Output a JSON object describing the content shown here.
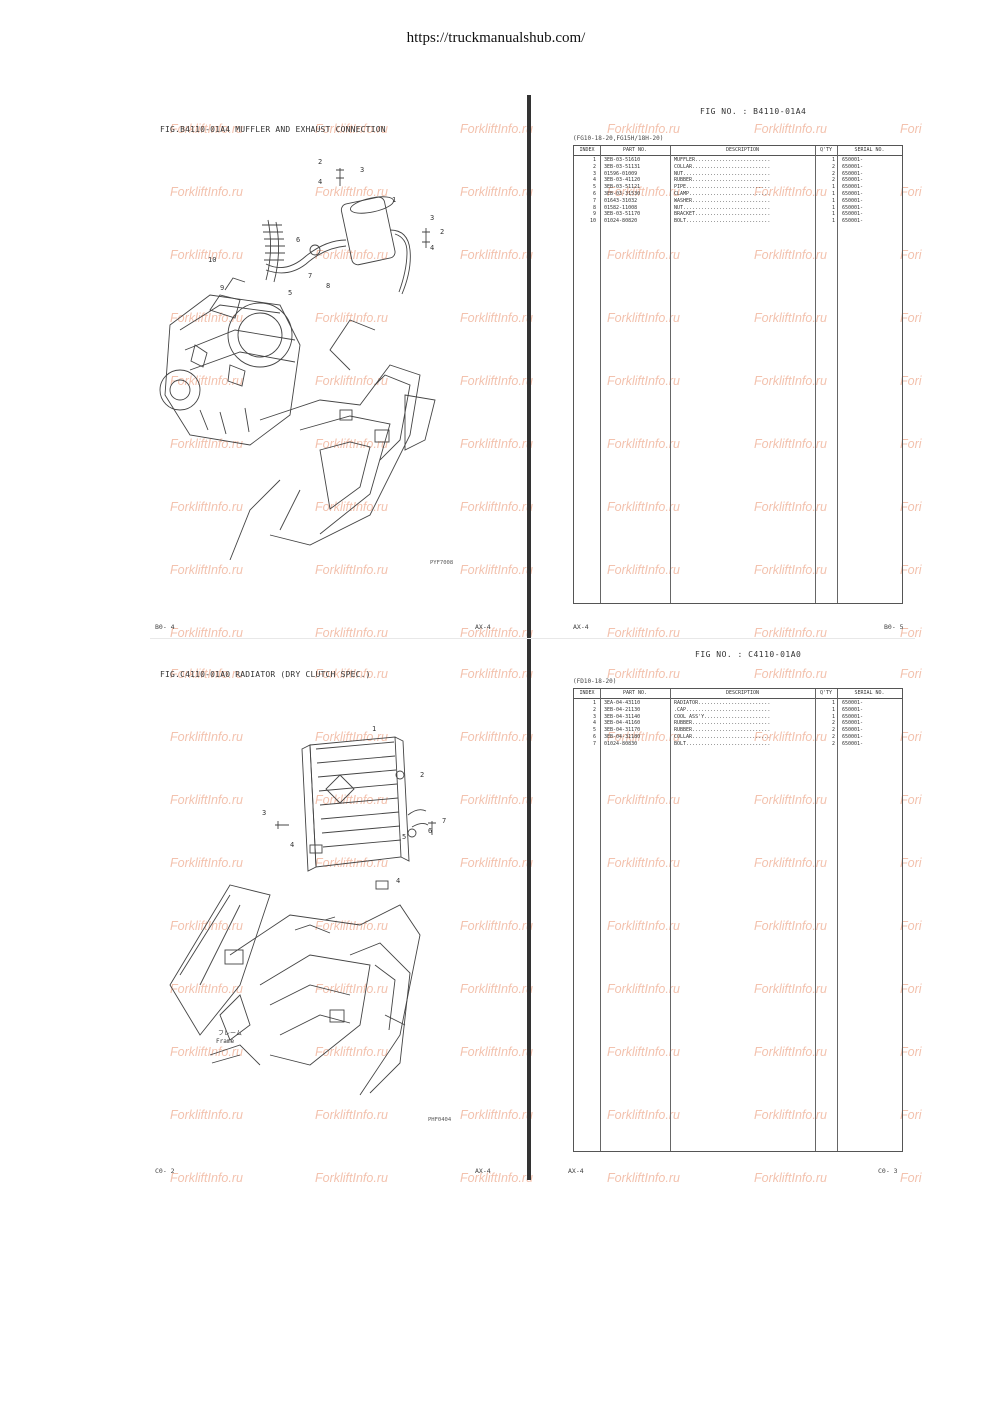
{
  "url": "https://truckmanualshub.com/",
  "watermark": "ForkliftInfo.ru",
  "watermark_short": "Fori",
  "top_left": {
    "title": "FIG.B4110-01A4  MUFFLER AND EXHAUST CONNECTION",
    "drawing_code": "PYF7008",
    "page_left": "B0-  4",
    "page_right": "AX-4",
    "callouts": [
      "1",
      "2",
      "3",
      "4",
      "5",
      "6",
      "7",
      "8",
      "9",
      "10",
      "2",
      "3",
      "4"
    ]
  },
  "top_right": {
    "fig_no": "FIG NO.  : B4110-01A4",
    "model": "(FG10-18-20,FG15H/18H-20)",
    "headers": [
      "INDEX",
      "PART NO.",
      "DESCRIPTION",
      "Q'TY",
      "SERIAL NO."
    ],
    "rows": [
      {
        "index": "1",
        "part": "3EB-03-51610",
        "desc": "MUFFLER.........................",
        "qty": "1",
        "serial": "650001-"
      },
      {
        "index": "2",
        "part": "3EB-03-51131",
        "desc": "COLLAR..........................",
        "qty": "2",
        "serial": "650001-"
      },
      {
        "index": "3",
        "part": "01596-01009",
        "desc": "NUT.............................",
        "qty": "2",
        "serial": "650001-"
      },
      {
        "index": "4",
        "part": "3EB-03-41120",
        "desc": "RUBBER..........................",
        "qty": "2",
        "serial": "650001-"
      },
      {
        "index": "5",
        "part": "3EB-03-51121",
        "desc": "PIPE............................",
        "qty": "1",
        "serial": "650001-"
      },
      {
        "index": "6",
        "part": "3EB-03-31530",
        "desc": "CLAMP...........................",
        "qty": "1",
        "serial": "650001-"
      },
      {
        "index": "7",
        "part": "01643-31032",
        "desc": "WASHER..........................",
        "qty": "1",
        "serial": "650001-"
      },
      {
        "index": "8",
        "part": "01582-11008",
        "desc": "NUT.............................",
        "qty": "1",
        "serial": "650001-"
      },
      {
        "index": "9",
        "part": "3EB-03-51170",
        "desc": "BRACKET.........................",
        "qty": "1",
        "serial": "650001-"
      },
      {
        "index": "10",
        "part": "01024-80820",
        "desc": "BOLT............................",
        "qty": "1",
        "serial": "650001-"
      }
    ],
    "page_left": "AX-4",
    "page_right": "B0-  5"
  },
  "bottom_left": {
    "title": "FIG.C4110-01A0  RADIATOR (DRY CLUTCH SPEC.)",
    "drawing_code": "PHF0404",
    "frame_label_jp": "フレーム",
    "frame_label_en": "Frame",
    "page_left": "C0-  2",
    "page_right": "AX-4",
    "callouts": [
      "1",
      "2",
      "3",
      "4",
      "5",
      "6",
      "7",
      "4"
    ]
  },
  "bottom_right": {
    "fig_no": "FIG NO.  : C4110-01A0",
    "model": "(FD10-18-20)",
    "headers": [
      "INDEX",
      "PART NO.",
      "DESCRIPTION",
      "Q'TY",
      "SERIAL NO."
    ],
    "rows": [
      {
        "index": "1",
        "part": "3EA-04-43110",
        "desc": "RADIATOR........................",
        "qty": "1",
        "serial": "650001-"
      },
      {
        "index": "2",
        "part": "3EB-04-21130",
        "desc": ".CAP............................",
        "qty": "1",
        "serial": "650001-"
      },
      {
        "index": "3",
        "part": "3EB-04-31140",
        "desc": "COOL ASS'Y......................",
        "qty": "1",
        "serial": "650001-"
      },
      {
        "index": "4",
        "part": "3EB-04-41160",
        "desc": "RUBBER..........................",
        "qty": "2",
        "serial": "650001-"
      },
      {
        "index": "5",
        "part": "3EB-04-31170",
        "desc": "RUBBER..........................",
        "qty": "2",
        "serial": "650001-"
      },
      {
        "index": "6",
        "part": "3EB-04-31180",
        "desc": "COLLAR..........................",
        "qty": "2",
        "serial": "650001-"
      },
      {
        "index": "7",
        "part": "01024-80830",
        "desc": "BOLT............................",
        "qty": "2",
        "serial": "650001-"
      }
    ],
    "page_left": "AX-4",
    "page_right": "C0-  3"
  }
}
